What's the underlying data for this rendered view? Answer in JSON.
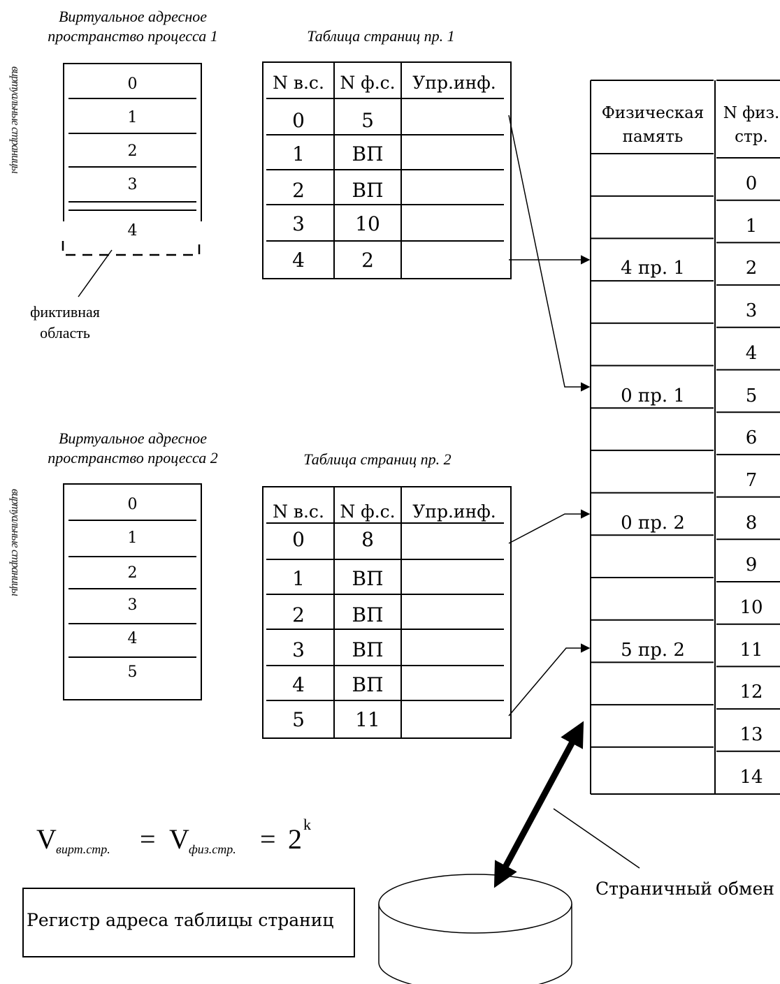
{
  "process1": {
    "title_line1": "Виртуальное адресное",
    "title_line2": "пространство процесса 1",
    "side_label": "виртуальные страницы",
    "pages": [
      "0",
      "1",
      "2",
      "3",
      "4"
    ],
    "fictive_label_line1": "фиктивная",
    "fictive_label_line2": "область"
  },
  "process2": {
    "title_line1": "Виртуальное адресное",
    "title_line2": "пространство процесса 2",
    "side_label": "виртуальные страницы",
    "pages": [
      "0",
      "1",
      "2",
      "3",
      "4",
      "5"
    ]
  },
  "page_table1": {
    "title": "Таблица страниц пр. 1",
    "headers": [
      "N в.с.",
      "N ф.с.",
      "Упр.инф."
    ],
    "rows": [
      [
        "0",
        "5",
        ""
      ],
      [
        "1",
        "ВП",
        ""
      ],
      [
        "2",
        "ВП",
        ""
      ],
      [
        "3",
        "10",
        ""
      ],
      [
        "4",
        "2",
        ""
      ]
    ]
  },
  "page_table2": {
    "title": "Таблица страниц пр. 2",
    "headers": [
      "N в.с.",
      "N ф.с.",
      "Упр.инф."
    ],
    "rows": [
      [
        "0",
        "8",
        ""
      ],
      [
        "1",
        "ВП",
        ""
      ],
      [
        "2",
        "ВП",
        ""
      ],
      [
        "3",
        "ВП",
        ""
      ],
      [
        "4",
        "ВП",
        ""
      ],
      [
        "5",
        "11",
        ""
      ]
    ]
  },
  "physical_memory": {
    "header_col1_line1": "Физическая",
    "header_col1_line2": "память",
    "header_col2_line1": "N физ.",
    "header_col2_line2": "стр.",
    "frames": [
      {
        "n": "0",
        "content": ""
      },
      {
        "n": "1",
        "content": ""
      },
      {
        "n": "2",
        "content": "4 пр. 1"
      },
      {
        "n": "3",
        "content": ""
      },
      {
        "n": "4",
        "content": ""
      },
      {
        "n": "5",
        "content": "0 пр. 1"
      },
      {
        "n": "6",
        "content": ""
      },
      {
        "n": "7",
        "content": ""
      },
      {
        "n": "8",
        "content": "0 пр. 2"
      },
      {
        "n": "9",
        "content": ""
      },
      {
        "n": "10",
        "content": ""
      },
      {
        "n": "11",
        "content": "5 пр. 2"
      },
      {
        "n": "12",
        "content": ""
      },
      {
        "n": "13",
        "content": ""
      },
      {
        "n": "14",
        "content": ""
      }
    ]
  },
  "formula": {
    "v1": "V",
    "sub1": "вирт.стр.",
    "eq1": "=",
    "v2": "V",
    "sub2": "физ.стр.",
    "eq2": "=",
    "base": "2",
    "exp": "k"
  },
  "register_label": "Регистр адреса таблицы страниц",
  "swap_label": "Страничный обмен"
}
